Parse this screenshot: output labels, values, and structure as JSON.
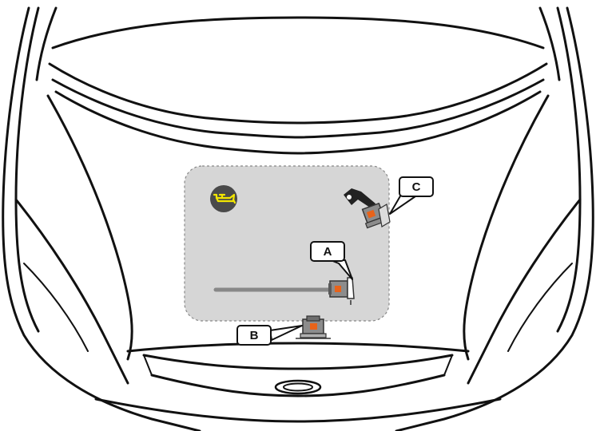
{
  "callouts": {
    "a": "A",
    "b": "B",
    "c": "C"
  },
  "icons": {
    "oil_cap": "oil-can-icon",
    "release_handle": "lever-icon",
    "clip": "clip-icon"
  },
  "colors": {
    "panel_fill": "#d6d6d6",
    "oil_icon_bg": "#4a4a4a",
    "oil_icon_fg": "#f2e600",
    "clip_body": "#8c8c8c",
    "clip_accent": "#e8631a",
    "line": "#111111"
  }
}
